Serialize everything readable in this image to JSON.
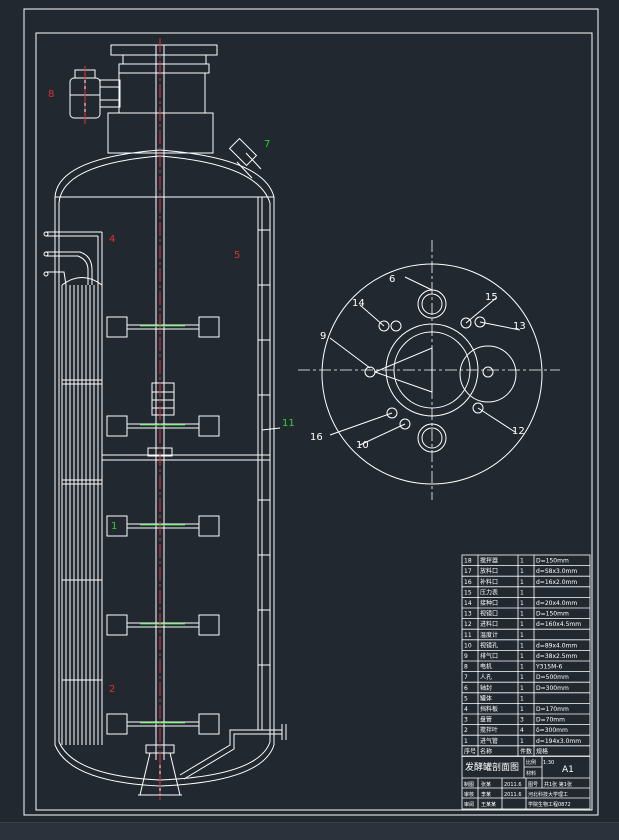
{
  "colors": {
    "background": "#212830",
    "line": "#ffffff",
    "centerline": "#e03030",
    "label_red": "#e03030",
    "label_green": "#30d030"
  },
  "vessel_labels": {
    "n8": "8",
    "n7": "7",
    "n4": "4",
    "n5": "5",
    "n11": "11",
    "n1": "1",
    "n2": "2"
  },
  "plan_labels": {
    "n6": "6",
    "n14": "14",
    "n15": "15",
    "n9": "9",
    "n13": "13",
    "n16": "16",
    "n10": "10",
    "n12": "12"
  },
  "parts_table": {
    "rows": [
      {
        "no": "18",
        "name": "搅拌器",
        "qty": "1",
        "spec": "D=150mm"
      },
      {
        "no": "17",
        "name": "放料口",
        "qty": "1",
        "spec": "d=S8x3.0mm"
      },
      {
        "no": "16",
        "name": "补料口",
        "qty": "1",
        "spec": "d=16x2.0mm"
      },
      {
        "no": "15",
        "name": "压力表",
        "qty": "1",
        "spec": ""
      },
      {
        "no": "14",
        "name": "接种口",
        "qty": "1",
        "spec": "d=20x4.0mm"
      },
      {
        "no": "13",
        "name": "视镜口",
        "qty": "1",
        "spec": "D=150mm"
      },
      {
        "no": "12",
        "name": "进料口",
        "qty": "1",
        "spec": "d=160x4.5mm"
      },
      {
        "no": "11",
        "name": "温度计",
        "qty": "1",
        "spec": ""
      },
      {
        "no": "10",
        "name": "视镜孔",
        "qty": "1",
        "spec": "d=89x4.0mm"
      },
      {
        "no": "9",
        "name": "排气口",
        "qty": "1",
        "spec": "d=38x2.5mm"
      },
      {
        "no": "8",
        "name": "电机",
        "qty": "1",
        "spec": "Y315M-6"
      },
      {
        "no": "7",
        "name": "人孔",
        "qty": "1",
        "spec": "D=500mm"
      },
      {
        "no": "6",
        "name": "轴封",
        "qty": "1",
        "spec": "D=300mm"
      },
      {
        "no": "5",
        "name": "罐体",
        "qty": "1",
        "spec": ""
      },
      {
        "no": "4",
        "name": "挡料板",
        "qty": "1",
        "spec": "D=170mm"
      },
      {
        "no": "3",
        "name": "盘管",
        "qty": "3",
        "spec": "D=70mm"
      },
      {
        "no": "2",
        "name": "搅拌叶",
        "qty": "4",
        "spec": "δ=300mm"
      },
      {
        "no": "1",
        "name": "进气管",
        "qty": "1",
        "spec": "d=194x3.0mm"
      }
    ],
    "header": {
      "no": "序号",
      "name": "名称",
      "qty": "件数",
      "spec": "规格"
    },
    "title_block": {
      "drawing_title": "发酵罐剖面图",
      "scale_label": "比例",
      "scale_value": "1:30",
      "material_label": "材料",
      "sheet_size": "A1",
      "r1_c1": "制图",
      "r1_c2": "张某",
      "r1_c3": "2011.6",
      "r1_c4": "图号",
      "r1_c5": "共1张 第1张",
      "r2_c1": "审核",
      "r2_c2": "李某",
      "r2_c3": "2011.6",
      "r2_c4": "河北科技大学理工",
      "r3_c1": "审阅",
      "r3_c2": "王某某",
      "r3_c4": "学院生物工程0872"
    }
  }
}
